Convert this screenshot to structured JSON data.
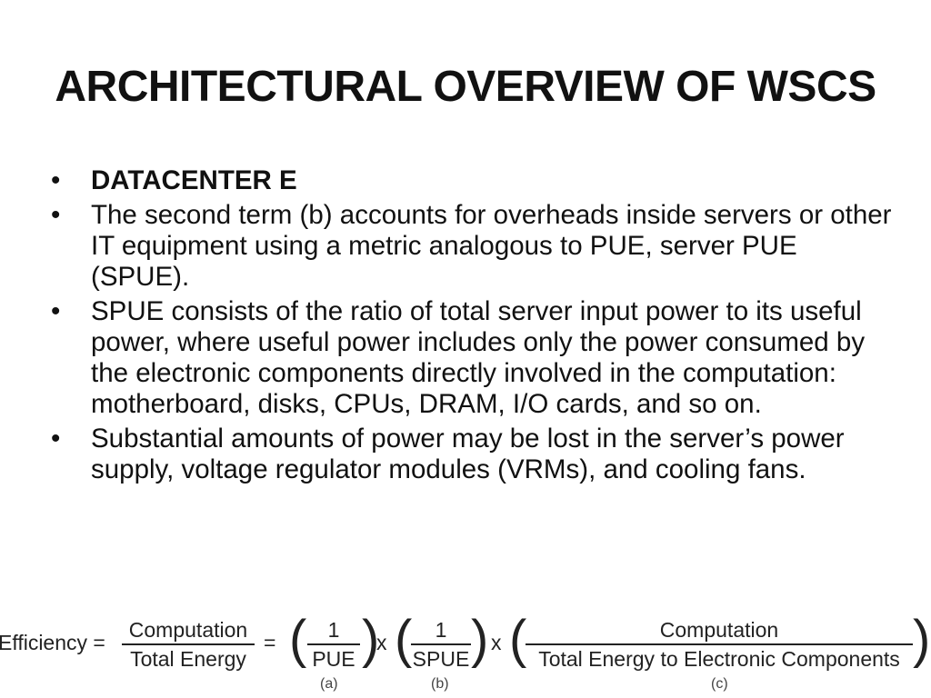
{
  "slide": {
    "title": "ARCHITECTURAL OVERVIEW OF WSCS",
    "bullets": [
      {
        "text": "DATACENTER E",
        "bold": true
      },
      {
        "text": "The second term (b) accounts for overheads inside servers or other IT equipment using a metric analogous to PUE, server PUE (SPUE).",
        "bold": false
      },
      {
        "text": "SPUE consists of the ratio of total server input power to its useful power, where useful power includes only the power consumed by the electronic components directly involved in the computation: motherboard, disks, CPUs, DRAM, I/O cards, and so on.",
        "bold": false
      },
      {
        "text": "Substantial amounts of power may be lost in the server’s power supply, voltage regulator modules (VRMs), and cooling fans.",
        "bold": false
      }
    ],
    "bullet_symbol": "•"
  },
  "formula": {
    "lhs": "Efficiency =",
    "frac_main": {
      "num": "Computation",
      "den": "Total Energy"
    },
    "equals": "=",
    "term_a": {
      "num": "1",
      "den": "PUE",
      "label": "(a)"
    },
    "times1": "x",
    "term_b": {
      "num": "1",
      "den": "SPUE",
      "label": "(b)"
    },
    "times2": "x",
    "term_c": {
      "num": "Computation",
      "den": "Total Energy to Electronic Components",
      "label": "(c)"
    },
    "paren_open": "(",
    "paren_close": ")"
  }
}
